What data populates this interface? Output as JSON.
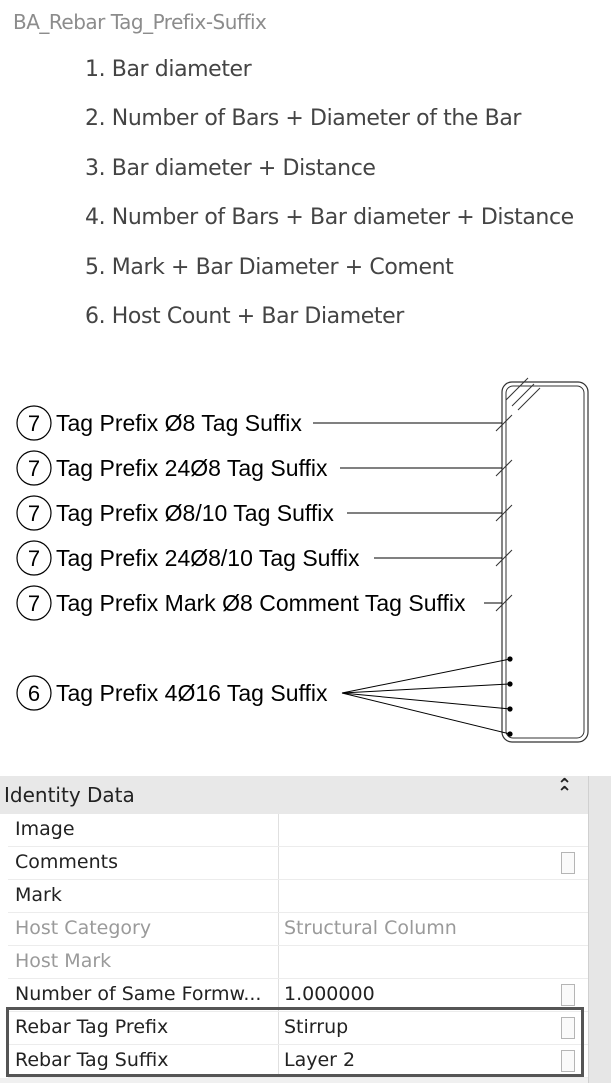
{
  "family_title": "BA_Rebar Tag_Prefix-Suffix",
  "options": [
    "1. Bar diameter",
    "2. Number of Bars + Diameter of the Bar",
    "3. Bar diameter + Distance",
    "4. Number of Bars + Bar diameter + Distance",
    "5. Mark + Bar Diameter + Coment",
    "6. Host Count + Bar Diameter"
  ],
  "tags": [
    {
      "bubble": "7",
      "text": "Tag Prefix Ø8 Tag Suffix"
    },
    {
      "bubble": "7",
      "text": "Tag Prefix 24Ø8 Tag Suffix"
    },
    {
      "bubble": "7",
      "text": "Tag Prefix Ø8/10 Tag Suffix"
    },
    {
      "bubble": "7",
      "text": "Tag Prefix 24Ø8/10 Tag Suffix"
    },
    {
      "bubble": "7",
      "text": "Tag Prefix Mark Ø8 Comment Tag Suffix"
    },
    {
      "bubble": "6",
      "text": "Tag Prefix 4Ø16 Tag Suffix"
    }
  ],
  "properties": {
    "group_label": "Identity Data",
    "collapse_icon": "double-chevron-up-icon",
    "rows": [
      {
        "label": "Image",
        "value": "",
        "dim": false,
        "checkbox": false
      },
      {
        "label": "Comments",
        "value": "",
        "dim": false,
        "checkbox": true
      },
      {
        "label": "Mark",
        "value": "",
        "dim": false,
        "checkbox": false
      },
      {
        "label": "Host Category",
        "value": "Structural Column",
        "dim": true,
        "checkbox": false
      },
      {
        "label": "Host Mark",
        "value": "",
        "dim": true,
        "checkbox": false
      },
      {
        "label": "Number of Same Formw...",
        "value": "1.000000",
        "dim": false,
        "checkbox": true
      },
      {
        "label": "Rebar Tag Prefix",
        "value": "Stirrup",
        "dim": false,
        "checkbox": true
      },
      {
        "label": "Rebar Tag Suffix",
        "value": "Layer 2",
        "dim": false,
        "checkbox": true
      }
    ]
  }
}
